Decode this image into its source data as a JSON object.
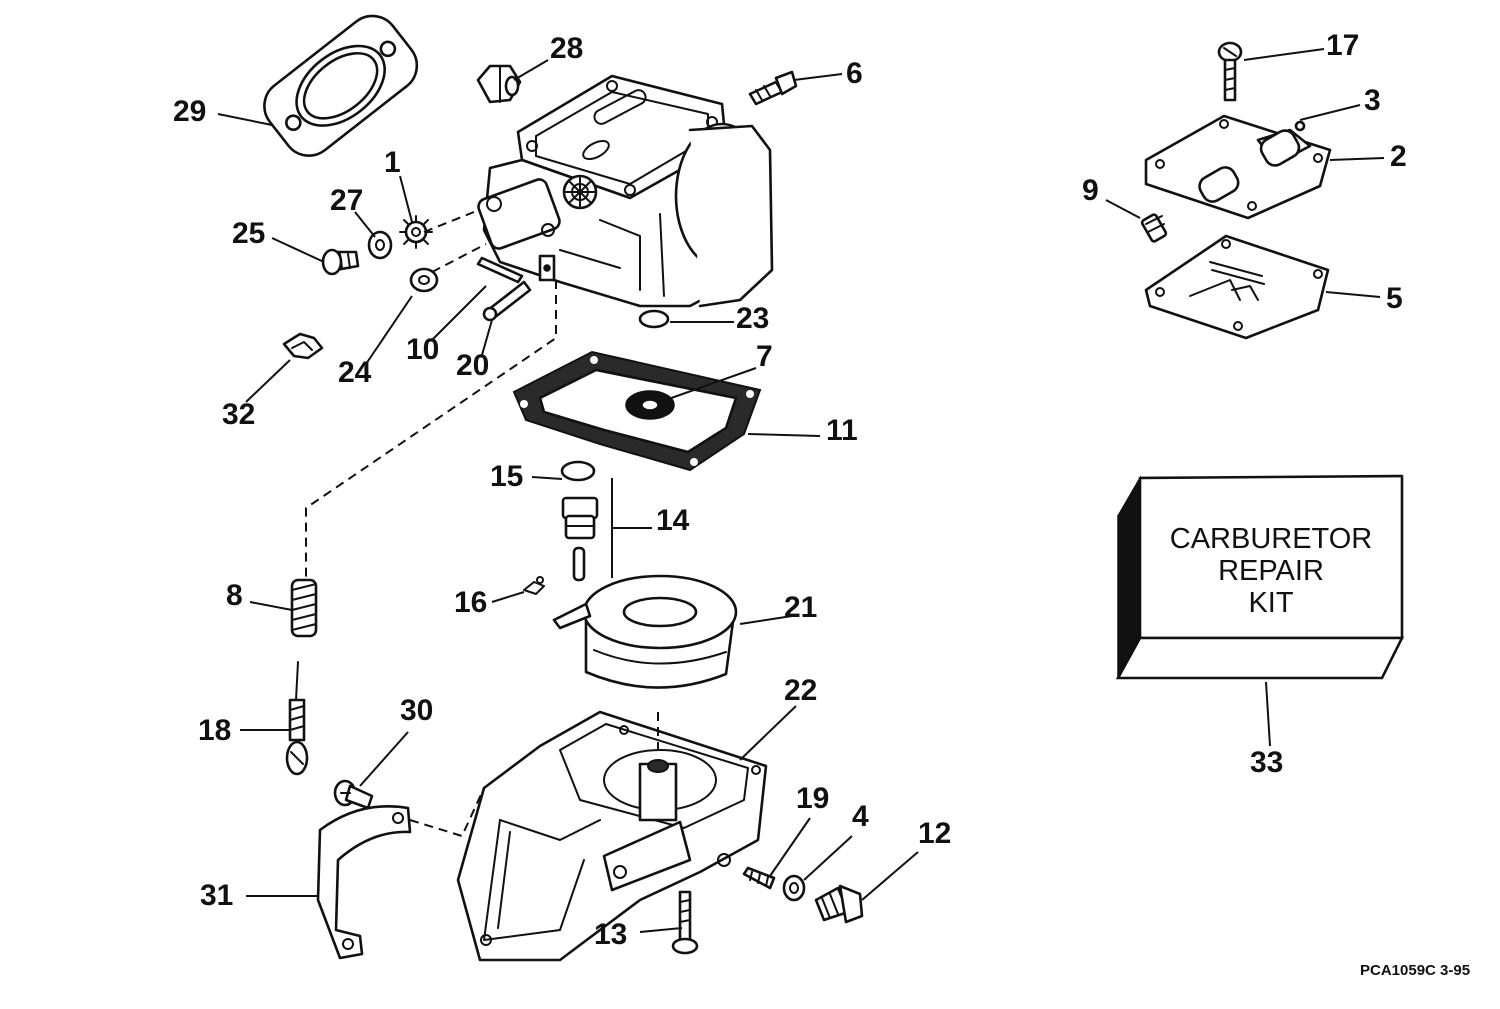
{
  "callouts": {
    "c1": "1",
    "c2": "2",
    "c3": "3",
    "c4": "4",
    "c5": "5",
    "c6": "6",
    "c7": "7",
    "c8": "8",
    "c9": "9",
    "c10": "10",
    "c11": "11",
    "c12": "12",
    "c13": "13",
    "c14": "14",
    "c15": "15",
    "c16": "16",
    "c17": "17",
    "c18": "18",
    "c19": "19",
    "c20": "20",
    "c21": "21",
    "c22": "22",
    "c23": "23",
    "c24": "24",
    "c25": "25",
    "c27": "27",
    "c28": "28",
    "c29": "29",
    "c30": "30",
    "c31": "31",
    "c32": "32",
    "c33": "33"
  },
  "repair_kit": {
    "line1": "CARBURETOR",
    "line2": "REPAIR",
    "line3": "KIT"
  },
  "figure_code": "PCA1059C   3-95",
  "colors": {
    "ink": "#111111",
    "paper": "#ffffff"
  }
}
